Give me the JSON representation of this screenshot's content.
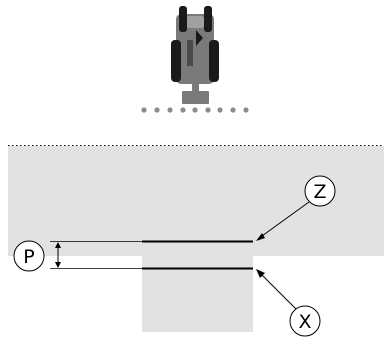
{
  "diagram": {
    "labels": {
      "z": "Z",
      "p": "P",
      "x": "X"
    },
    "icons": {
      "vehicle": "tractor-top-view-icon",
      "spray_nozzles": "spray-nozzle-dots-icon"
    },
    "colors": {
      "field": "#e2e2e2",
      "vehicle_body": "#7a7a7a",
      "vehicle_dark": "#1a1a1a",
      "line": "#000000",
      "nozzle": "#8c8c8c",
      "background": "#ffffff"
    }
  }
}
